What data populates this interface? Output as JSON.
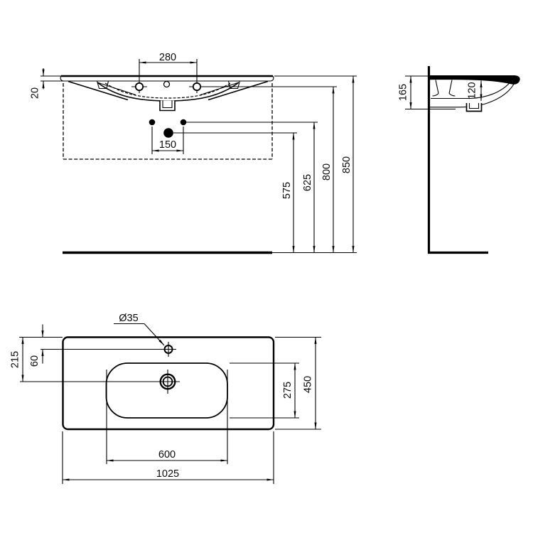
{
  "drawing": {
    "kind": "washbasin technical dimension drawing",
    "colors": {
      "line": "#000000",
      "background": "#ffffff",
      "text": "#0a0a0a"
    },
    "dims": {
      "front": {
        "tap_hole_spacing": "280",
        "rim_edge_thickness": "20",
        "fixing_dot_spacing": "150",
        "trap_outlet_height": "575",
        "fixing_dots_height": "625",
        "tap_deck_height": "800",
        "rim_height": "850"
      },
      "side": {
        "basin_section_height": "165",
        "bowl_inner_depth": "120"
      },
      "plan": {
        "tap_hole_diameter": "Ø35",
        "back_edge_to_drain": "215",
        "back_edge_to_tap": "60",
        "bowl_front_to_back": "275",
        "overall_depth": "450",
        "bowl_width": "600",
        "overall_width": "1025"
      }
    }
  }
}
